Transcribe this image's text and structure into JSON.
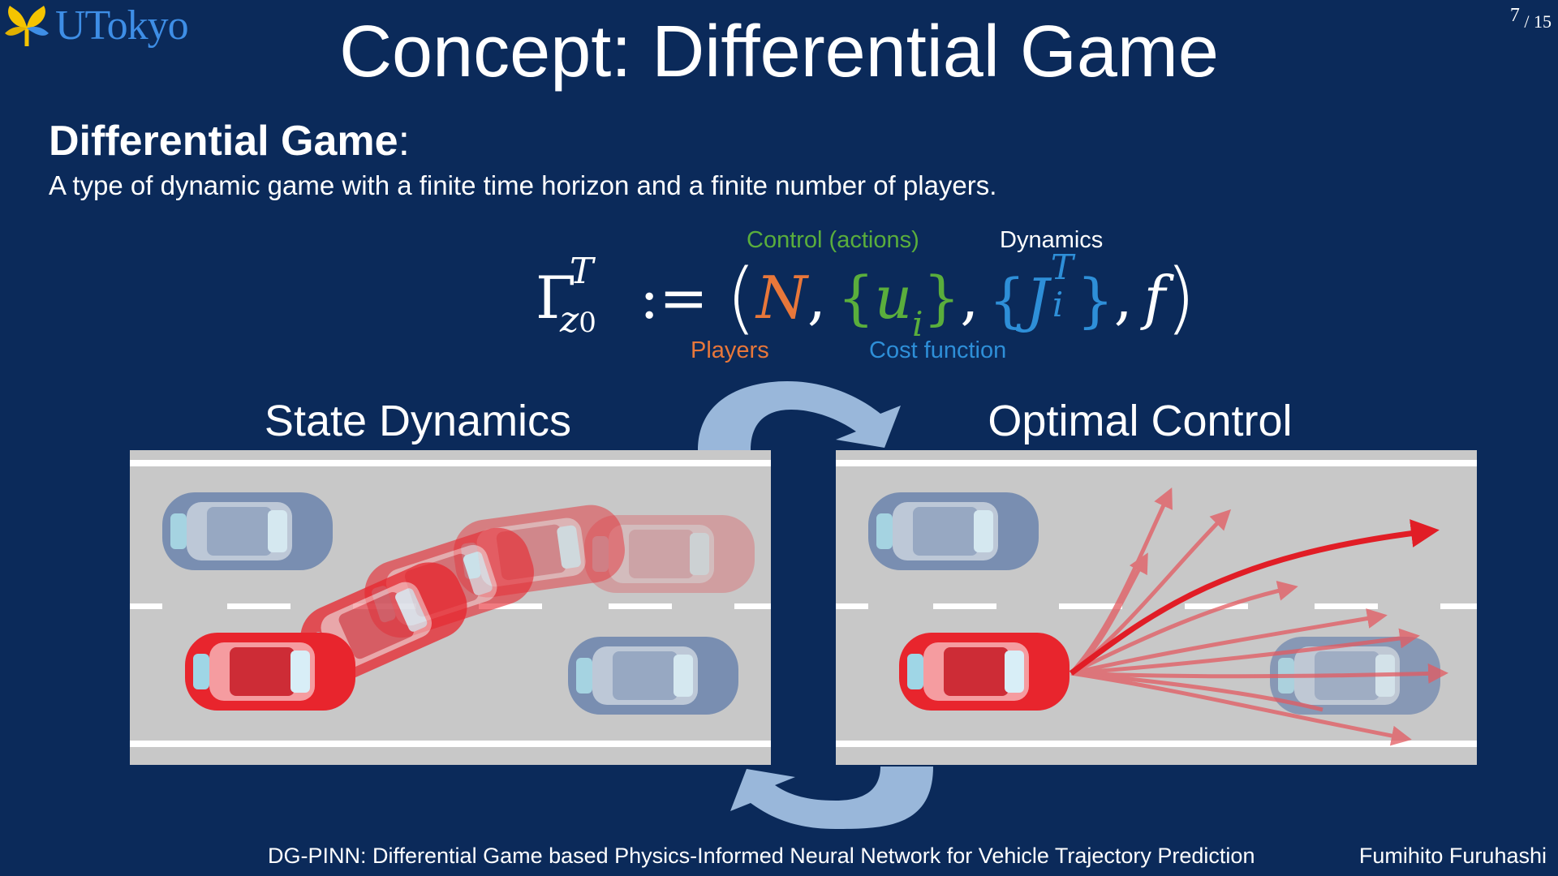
{
  "header": {
    "logo_text": "UTokyo",
    "page_current": "7",
    "page_total": "/ 15",
    "title": "Concept: Differential Game"
  },
  "definition": {
    "heading": "Differential Game",
    "colon": ":",
    "text": "A type of dynamic game with a finite time horizon and a finite number of players."
  },
  "formula": {
    "labels": {
      "control": "Control (actions)",
      "dynamics": "Dynamics",
      "players": "Players",
      "cost": "Cost function"
    },
    "colors": {
      "players": "#e8773a",
      "control": "#5aae3c",
      "cost": "#2e8fd8",
      "default": "#ffffff"
    },
    "gamma": "Γ",
    "gamma_sup": "T",
    "gamma_sub": "z",
    "gamma_sub_sub": "0",
    "assign": ":=",
    "N": "N",
    "u": "u",
    "u_sub": "i",
    "J": "J",
    "J_sup": "T",
    "J_sub": "i",
    "f": "f"
  },
  "panels": {
    "left_title": "State Dynamics",
    "right_title": "Optimal Control"
  },
  "footer": {
    "title": "DG-PINN: Differential Game based Physics-Informed Neural Network for Vehicle Trajectory Prediction",
    "author": "Fumihito Furuhashi"
  }
}
